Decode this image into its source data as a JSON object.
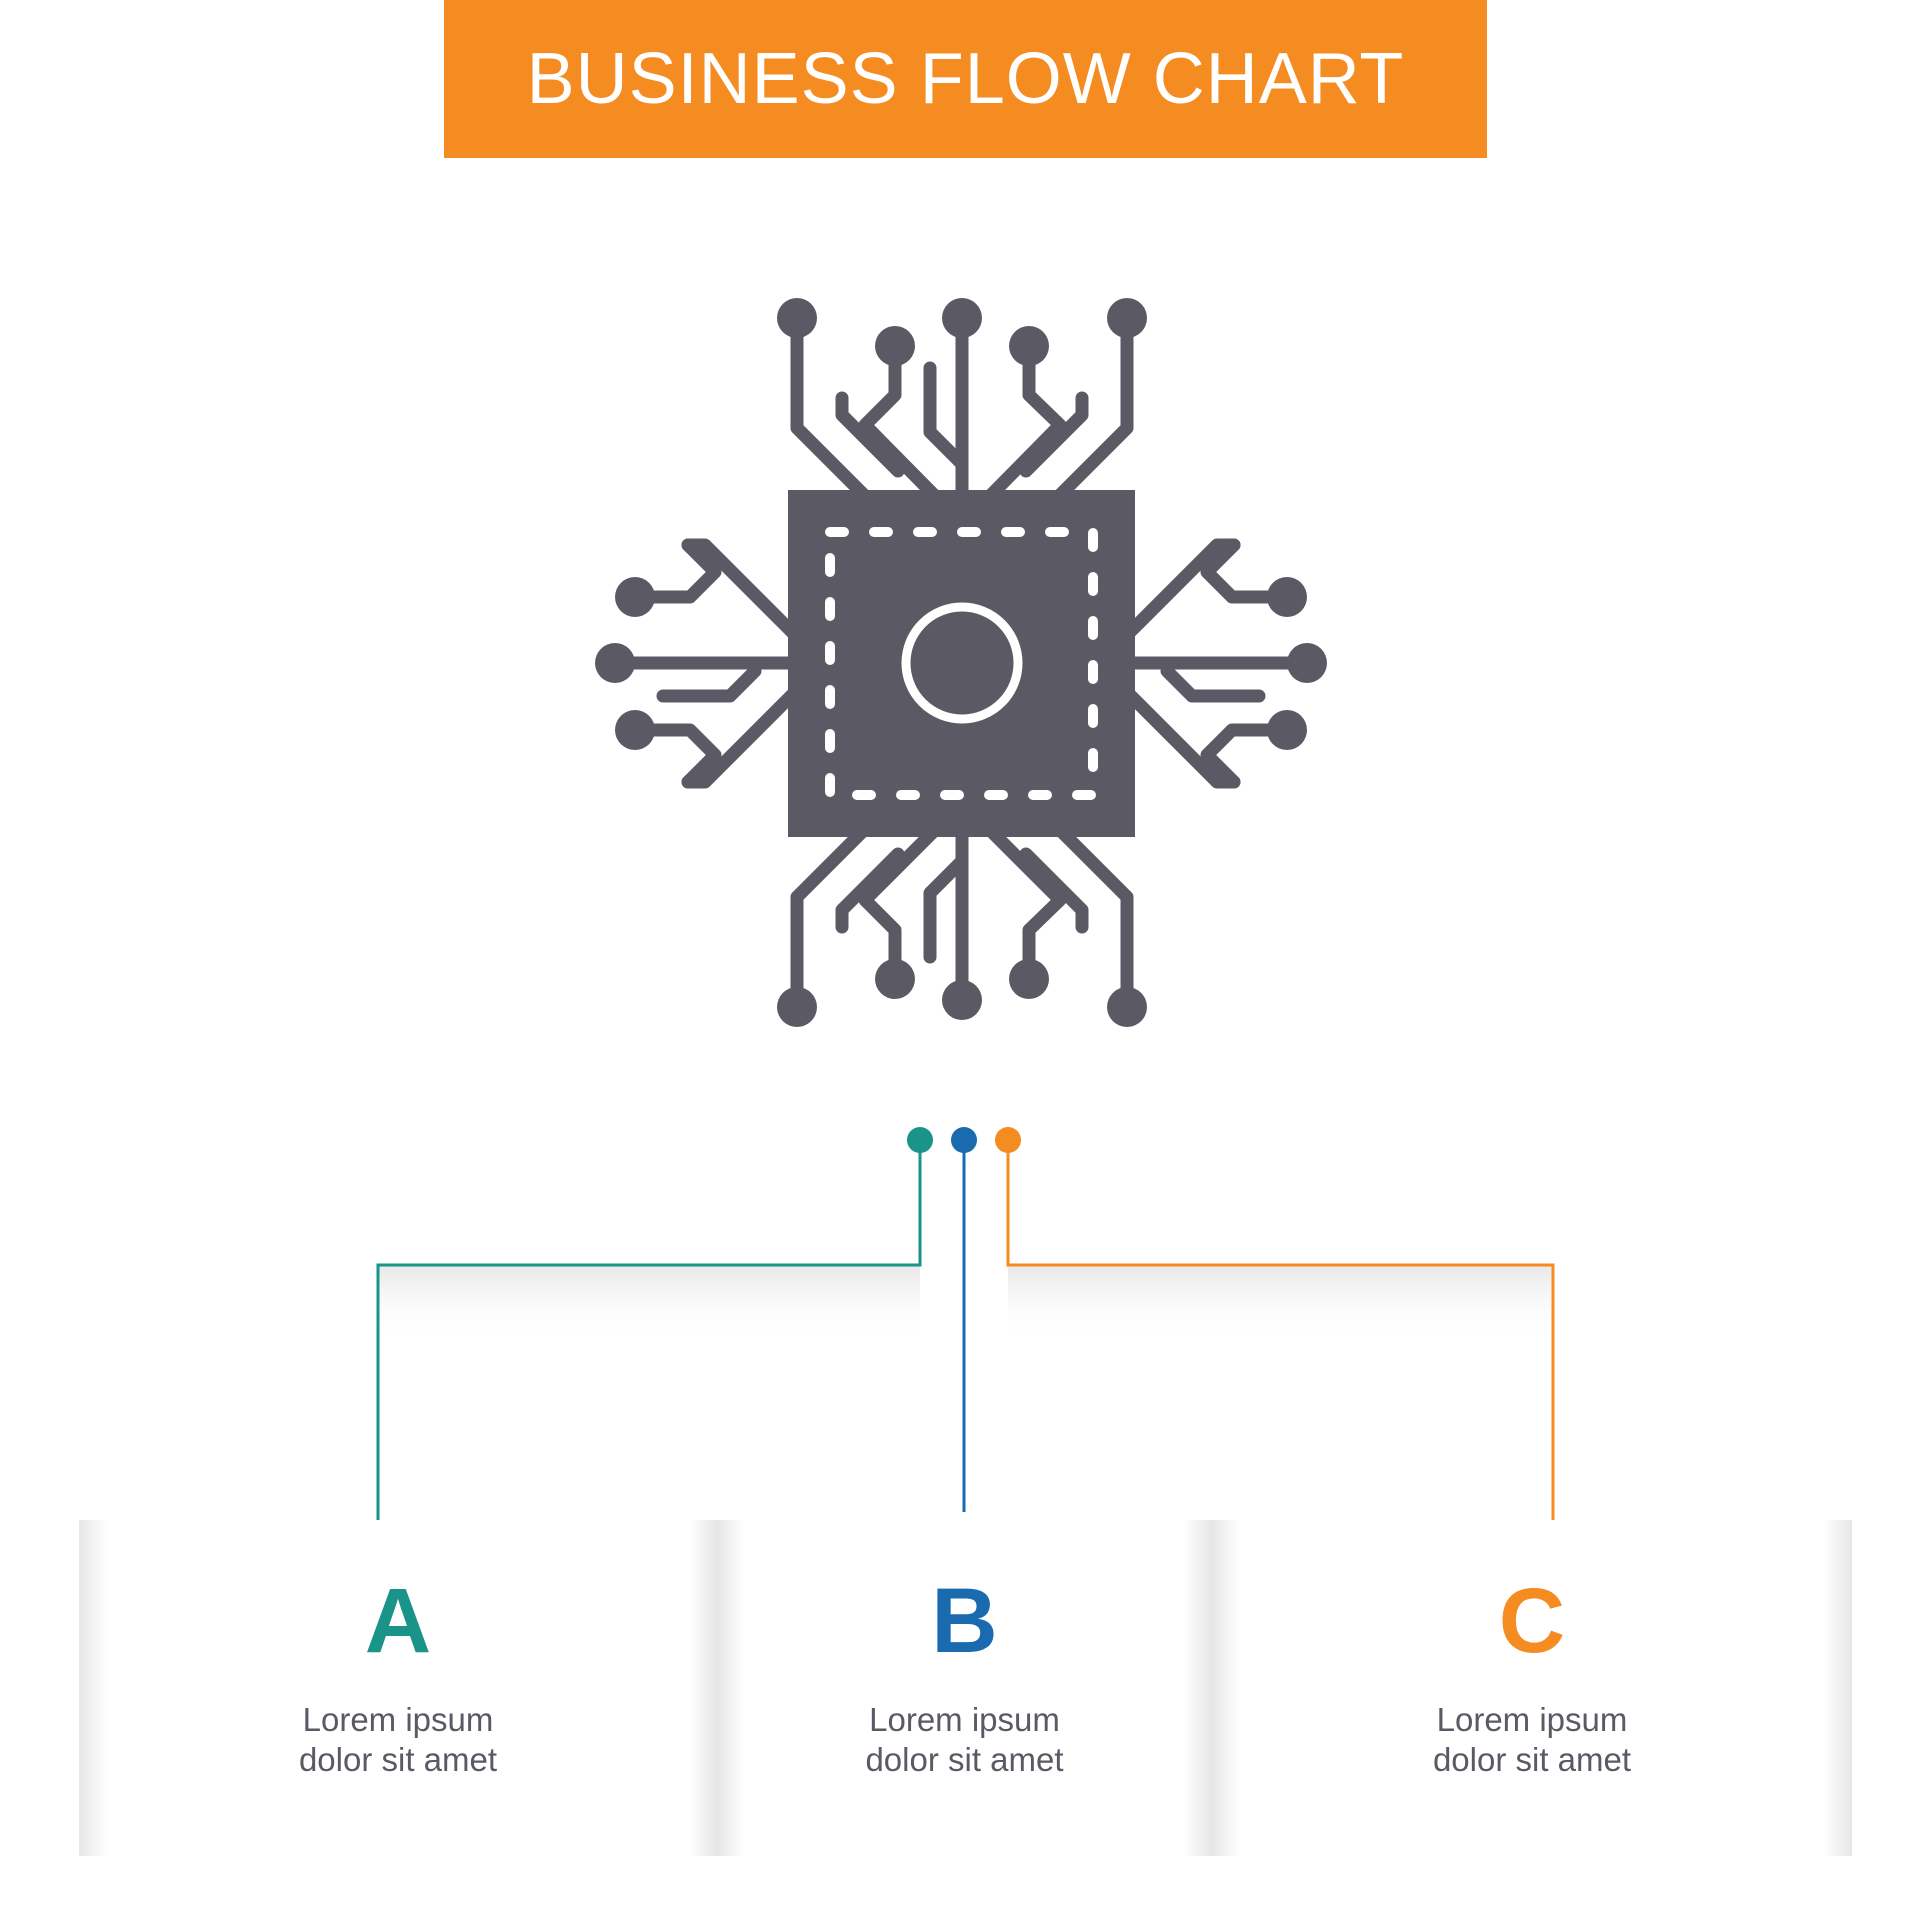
{
  "header": {
    "title": "BUSINESS FLOW CHART"
  },
  "icon": {
    "name": "circuit-chip-icon",
    "color": "#5b5964"
  },
  "colors": {
    "banner": "#f48c22",
    "a": "#1a9388",
    "b": "#1a6ab0",
    "c": "#f48c22",
    "text": "#5b5964"
  },
  "steps": [
    {
      "letter": "A",
      "text": "Lorem ipsum\ndolor sit amet"
    },
    {
      "letter": "B",
      "text": "Lorem ipsum\ndolor sit amet"
    },
    {
      "letter": "C",
      "text": "Lorem ipsum\ndolor sit amet"
    }
  ]
}
